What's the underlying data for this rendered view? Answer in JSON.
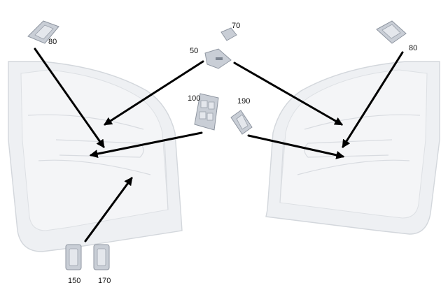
{
  "colors": {
    "background": "#ffffff",
    "door": "#eef0f3",
    "part": "#c9ced6",
    "arrow": "#000000"
  },
  "callouts": {
    "left_mirror_switch": "80",
    "right_mirror_switch": "80",
    "top_small_part": "70",
    "control_unit": "50",
    "driver_window_switch": "100",
    "passenger_window_switch": "190",
    "rear_switch_a": "150",
    "rear_switch_b": "170"
  }
}
